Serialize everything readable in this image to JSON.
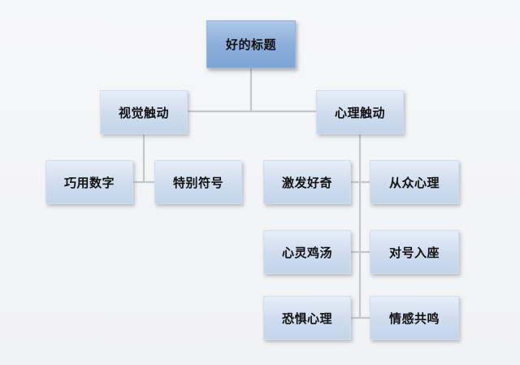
{
  "root": {
    "label": "好的标题"
  },
  "branches": [
    {
      "label": "视觉触动",
      "children": [
        "巧用数字",
        "特别符号"
      ]
    },
    {
      "label": "心理触动",
      "children": [
        "激发好奇",
        "从众心理",
        "心灵鸡汤",
        "对号入座",
        "恐惧心理",
        "情感共鸣"
      ]
    }
  ]
}
